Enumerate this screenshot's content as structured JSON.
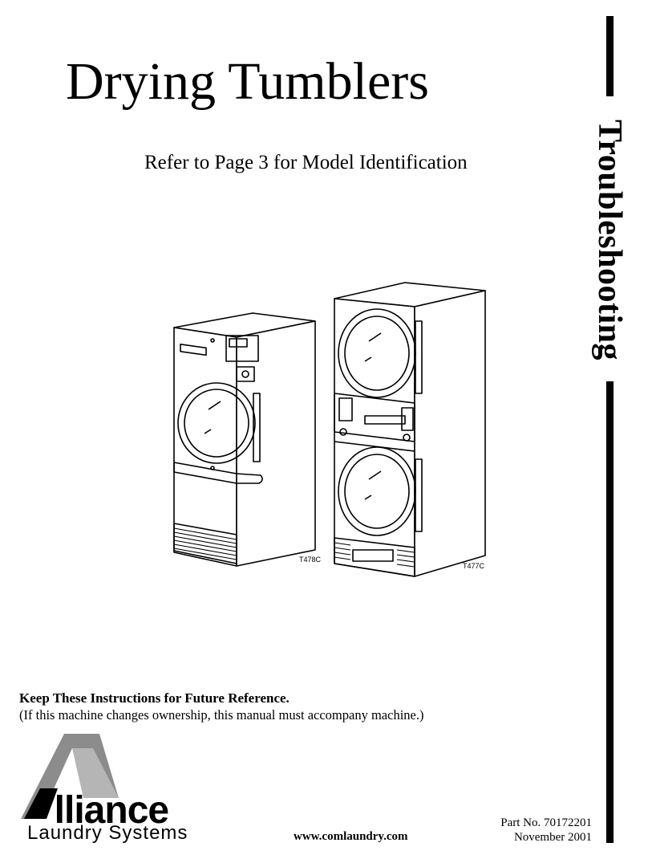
{
  "document": {
    "title": "Drying Tumblers",
    "subtitle": "Refer to Page 3 for Model Identification",
    "section_tab": "Troubleshooting",
    "illustration": {
      "labels": [
        "T478C",
        "T477C"
      ]
    },
    "notice": {
      "heading": "Keep These Instructions for Future Reference.",
      "body": "(If this machine changes ownership, this manual must accompany machine.)"
    },
    "brand": {
      "name": "Alliance",
      "name_rest": "lliance",
      "tagline": "Laundry Systems"
    },
    "website": "www.comlaundry.com",
    "part_number": "Part No. 70172201",
    "date": "November 2001"
  }
}
